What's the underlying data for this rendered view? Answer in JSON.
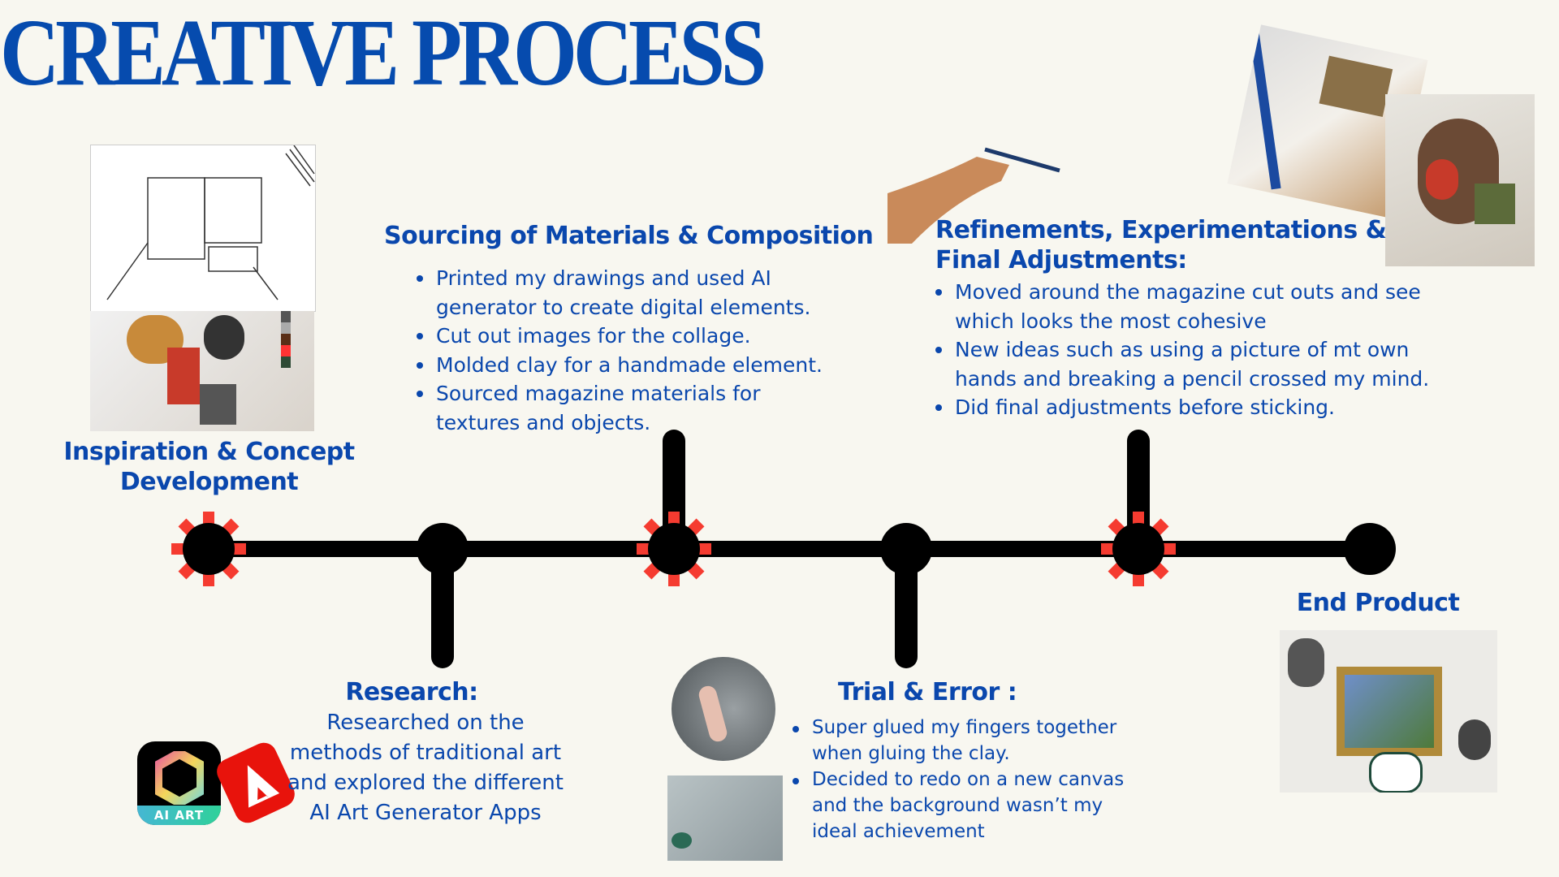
{
  "title": "CREATIVE PROCESS",
  "colors": {
    "background": "#F8F7F0",
    "accent_blue": "#0A47AD",
    "timeline": "#000000",
    "burst_red": "#F53B30"
  },
  "stages": {
    "inspiration": {
      "heading_line1": "Inspiration &  Concept",
      "heading_line2": "Development"
    },
    "research": {
      "heading": "Research:",
      "body": [
        "Researched on the",
        "methods of traditional art",
        "and explored the different",
        "AI Art Generator Apps"
      ],
      "app_icon_label": "AI ART"
    },
    "sourcing": {
      "heading": "Sourcing of Materials & Composition",
      "bullets": [
        "Printed my drawings and used AI generator to create digital elements.",
        "Cut out images for the collage.",
        "Molded clay for a handmade element.",
        "Sourced magazine materials for textures and objects."
      ]
    },
    "trial": {
      "heading": "Trial & Error :",
      "bullets": [
        "Super glued my fingers together when gluing the clay.",
        "Decided to redo on a new canvas and the background wasn’t my ideal achievement"
      ]
    },
    "refinements": {
      "heading_line1": "Refinements, Experimentations &",
      "heading_line2": "Final Adjustments:",
      "bullets": [
        "Moved around the magazine cut outs and see which looks the most cohesive",
        "New ideas such as using a picture of mt own hands and breaking a pencil crossed my mind.",
        "Did final adjustments before sticking."
      ]
    },
    "end": {
      "heading": "End Product"
    }
  }
}
